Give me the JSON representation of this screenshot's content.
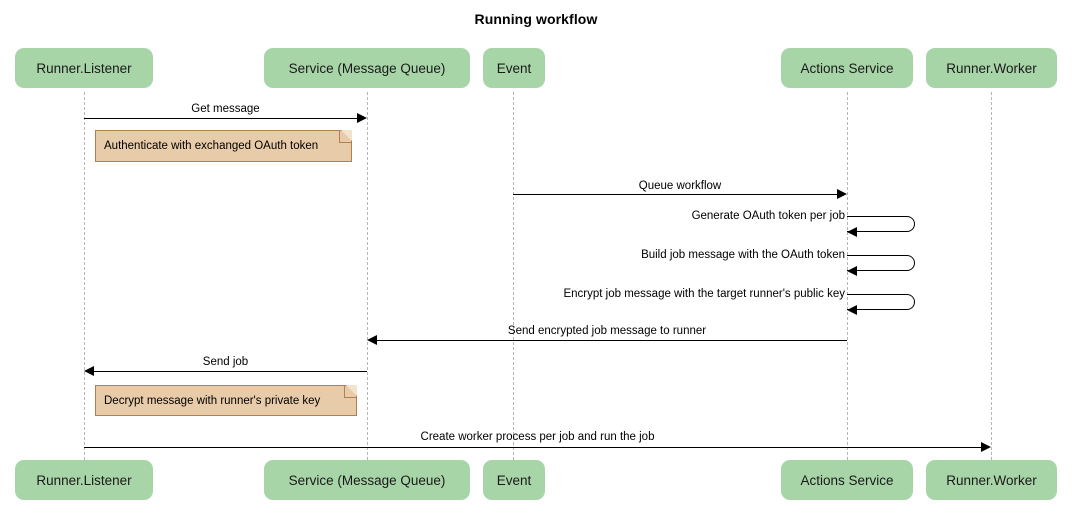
{
  "diagram": {
    "title": "Running workflow",
    "type": "sequence-diagram",
    "colors": {
      "actor_fill": "#a8d5a8",
      "note_fill": "#e8cba8",
      "note_border": "#b08050",
      "line": "#000000",
      "lifeline": "#b5b5b5"
    }
  },
  "actors": [
    {
      "id": "runner-listener",
      "label": "Runner.Listener"
    },
    {
      "id": "service-message-queue",
      "label": "Service (Message Queue)"
    },
    {
      "id": "event",
      "label": "Event"
    },
    {
      "id": "actions-service",
      "label": "Actions Service"
    },
    {
      "id": "runner-worker",
      "label": "Runner.Worker"
    }
  ],
  "messages": [
    {
      "id": "get-message",
      "label": "Get message",
      "from": "runner-listener",
      "to": "service-message-queue",
      "direction": "right"
    },
    {
      "id": "queue-workflow",
      "label": "Queue workflow",
      "from": "event",
      "to": "actions-service",
      "direction": "right"
    },
    {
      "id": "generate-oauth-token",
      "label": "Generate OAuth token per job",
      "from": "actions-service",
      "to": "actions-service",
      "direction": "self"
    },
    {
      "id": "build-job-message",
      "label": "Build job message with the OAuth token",
      "from": "actions-service",
      "to": "actions-service",
      "direction": "self"
    },
    {
      "id": "encrypt-job-message",
      "label": "Encrypt job message with the target runner's public key",
      "from": "actions-service",
      "to": "actions-service",
      "direction": "self"
    },
    {
      "id": "send-encrypted-job-message",
      "label": "Send encrypted job message to runner",
      "from": "actions-service",
      "to": "service-message-queue",
      "direction": "left"
    },
    {
      "id": "send-job",
      "label": "Send job",
      "from": "service-message-queue",
      "to": "runner-listener",
      "direction": "left"
    },
    {
      "id": "create-worker-process",
      "label": "Create worker process per job and run the job",
      "from": "runner-listener",
      "to": "runner-worker",
      "direction": "right"
    }
  ],
  "notes": [
    {
      "id": "authenticate-note",
      "label": "Authenticate with exchanged OAuth token"
    },
    {
      "id": "decrypt-note",
      "label": "Decrypt message with runner's private key"
    }
  ]
}
